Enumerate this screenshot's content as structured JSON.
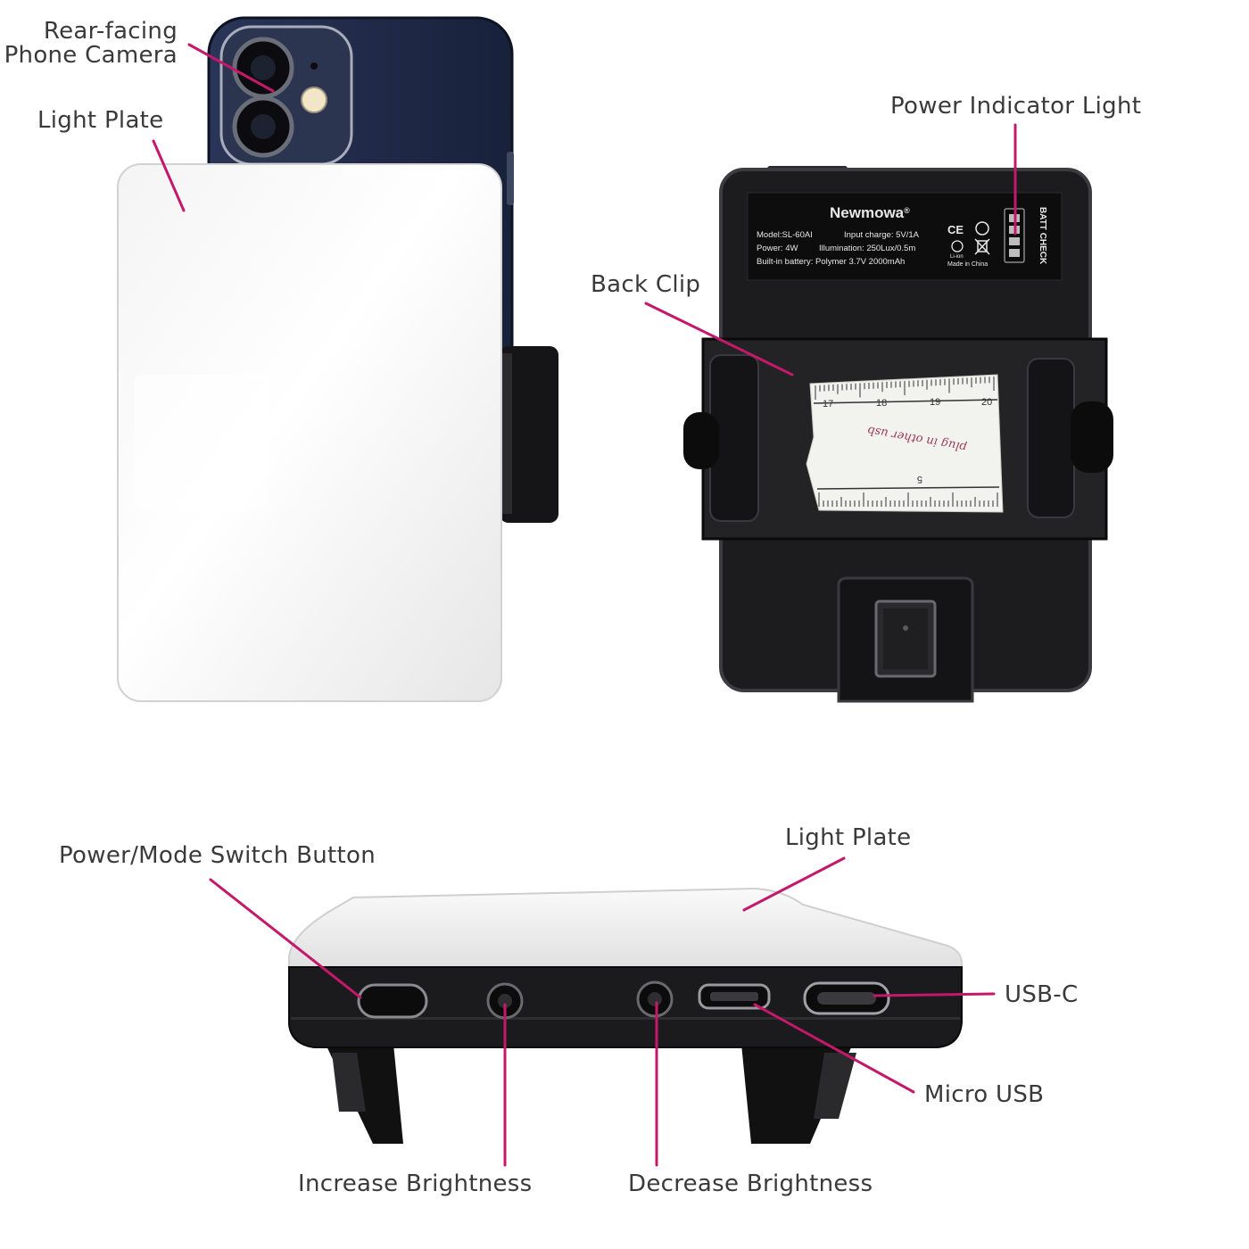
{
  "labels": {
    "rear_camera_line1": "Rear-facing",
    "rear_camera_line2": "Phone Camera",
    "light_plate_top": "Light Plate",
    "power_indicator": "Power Indicator Light",
    "back_clip": "Back Clip",
    "power_mode_button": "Power/Mode Switch Button",
    "light_plate_side": "Light Plate",
    "usb_c": "USB-C",
    "micro_usb": "Micro USB",
    "increase_brightness": "Increase Brightness",
    "decrease_brightness": "Decrease Brightness"
  },
  "device_label": {
    "brand": "Newmowa",
    "trademark": "®",
    "model": "Model:SL-60AI",
    "input_charge": "Input charge: 5V/1A",
    "power": "Power: 4W",
    "illumination": "Illumination: 250Lux/0.5m",
    "battery": "Built-in battery: Polymer 3.7V 2000mAh",
    "ce_mark": "CE",
    "li_ion": "Li-ion",
    "made_in": "Made in China",
    "batt_check": "BATT CHECK"
  },
  "ruler_sticker": {
    "ticks_top": [
      "17",
      "18",
      "19",
      "20"
    ],
    "tick_bottom": "5",
    "handwriting": "plug in other usb"
  },
  "colors": {
    "callout_line": "#c4186a",
    "label_text": "#3a3a3a",
    "device_black": "#1c1c1e",
    "light_plate": "#eeeeee",
    "phone_blue": "#1e2a4a"
  }
}
